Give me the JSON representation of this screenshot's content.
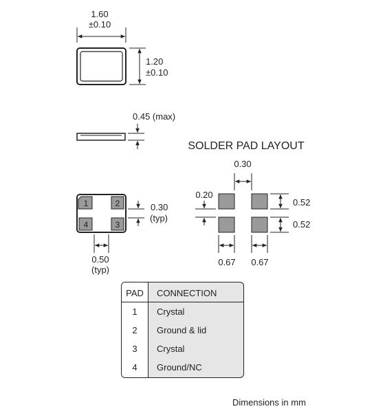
{
  "package": {
    "width_label": "1.60",
    "width_tol": "±0.10",
    "height_label": "1.20",
    "height_tol": "±0.10",
    "thickness_label": "0.45 (max)",
    "pad_gap_label": "0.30",
    "pad_gap_typ": "(typ)",
    "pad_width_label": "0.50",
    "pad_width_typ": "(typ)",
    "pad_numbers": [
      "1",
      "2",
      "4",
      "3"
    ]
  },
  "solder_layout": {
    "title": "SOLDER PAD LAYOUT",
    "gap_x_label": "0.30",
    "gap_y_label": "0.20",
    "pad_h_top_label": "0.52",
    "pad_h_bottom_label": "0.52",
    "pad_w_left_label": "0.67",
    "pad_w_right_label": "0.67"
  },
  "pad_table": {
    "header": {
      "pad": "PAD",
      "connection": "CONNECTION"
    },
    "rows": [
      {
        "pad": "1",
        "connection": "Crystal"
      },
      {
        "pad": "2",
        "connection": "Ground & lid"
      },
      {
        "pad": "3",
        "connection": "Crystal"
      },
      {
        "pad": "4",
        "connection": "Ground/NC"
      }
    ]
  },
  "footer": "Dimensions in mm",
  "colors": {
    "pad_fill": "#9a9a9a",
    "outline": "#222222",
    "table_bg": "#e6e6e6"
  }
}
